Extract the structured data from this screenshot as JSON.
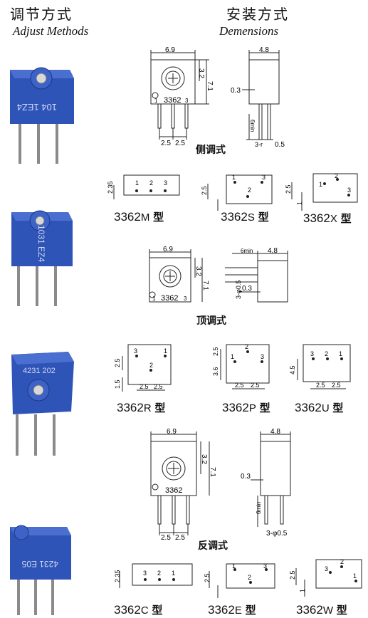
{
  "header": {
    "left_cn": "调节方式",
    "left_en": "Adjust  Methods",
    "right_cn": "安装方式",
    "right_en": "Demensions"
  },
  "side": {
    "caption": "侧调式",
    "width": "6.9",
    "depth": "4.8",
    "h1": "3.2",
    "h2": "7.1",
    "part": "3362",
    "pin1": "1",
    "pin3": "3",
    "pitch1": "2.5",
    "pitch2": "2.5",
    "off": "0.3",
    "pinlen": "6min",
    "pinw": "0.5",
    "pre": "3-r",
    "variants": [
      {
        "num": "3362",
        "suf": "M",
        "kind": "型",
        "dims": [
          "2.35"
        ],
        "pins": [
          "1",
          "2",
          "3"
        ]
      },
      {
        "num": "3362",
        "suf": "S",
        "kind": "型",
        "dims": [
          "2.5"
        ],
        "pins": [
          "1",
          "2",
          "3"
        ]
      },
      {
        "num": "3362",
        "suf": "X",
        "kind": "型",
        "dims": [
          "2.5",
          "1"
        ],
        "pins": [
          "1",
          "2",
          "3"
        ]
      }
    ]
  },
  "top": {
    "caption": "顶调式",
    "width": "6.9",
    "pinlen": "6min",
    "depth": "4.8",
    "h1": "3.2",
    "h2": "7.1",
    "part": "3362",
    "pin1": "1",
    "pin3": "3",
    "pins_label": "3-φ0.5",
    "off": "0.3",
    "variants": [
      {
        "num": "3362",
        "suf": "R",
        "kind": "型",
        "dims": [
          "2.5",
          "1.5",
          "2.5",
          "2.5"
        ],
        "pins": [
          "3",
          "2",
          "1"
        ]
      },
      {
        "num": "3362",
        "suf": "P",
        "kind": "型",
        "dims": [
          "2.5",
          "3.6",
          "2.5",
          "2.5"
        ],
        "pins": [
          "1",
          "2",
          "3"
        ]
      },
      {
        "num": "3362",
        "suf": "U",
        "kind": "型",
        "dims": [
          "4.5",
          "2.5",
          "2.5"
        ],
        "pins": [
          "3",
          "2",
          "1"
        ]
      }
    ]
  },
  "back": {
    "caption": "反调式",
    "width": "6.9",
    "depth": "4.8",
    "h1": "3.2",
    "h2": "7.1",
    "part": "3362",
    "off": "0.3",
    "pinlen": "6min",
    "pins_label": "3-φ0.5",
    "pitch1": "2.5",
    "pitch2": "2.5",
    "variants": [
      {
        "num": "3362",
        "suf": "C",
        "kind": "型",
        "dims": [
          "2.35"
        ],
        "pins": [
          "3",
          "2",
          "1"
        ]
      },
      {
        "num": "3362",
        "suf": "E",
        "kind": "型",
        "dims": [
          "2.5"
        ],
        "pins": [
          "1",
          "3",
          "2"
        ]
      },
      {
        "num": "3362",
        "suf": "W",
        "kind": "型",
        "dims": [
          "2.5",
          "1"
        ],
        "pins": [
          "3",
          "2",
          "1"
        ]
      }
    ]
  },
  "photos": [
    {
      "marking": "104 1EZ4"
    },
    {
      "marking": "1031 EZ4"
    },
    {
      "marking": "4231 202"
    },
    {
      "marking": "4231 E05"
    }
  ],
  "colors": {
    "body": "#2f54b8",
    "body_dark": "#223f92",
    "pin": "#8a8a8a",
    "line": "#222222"
  }
}
